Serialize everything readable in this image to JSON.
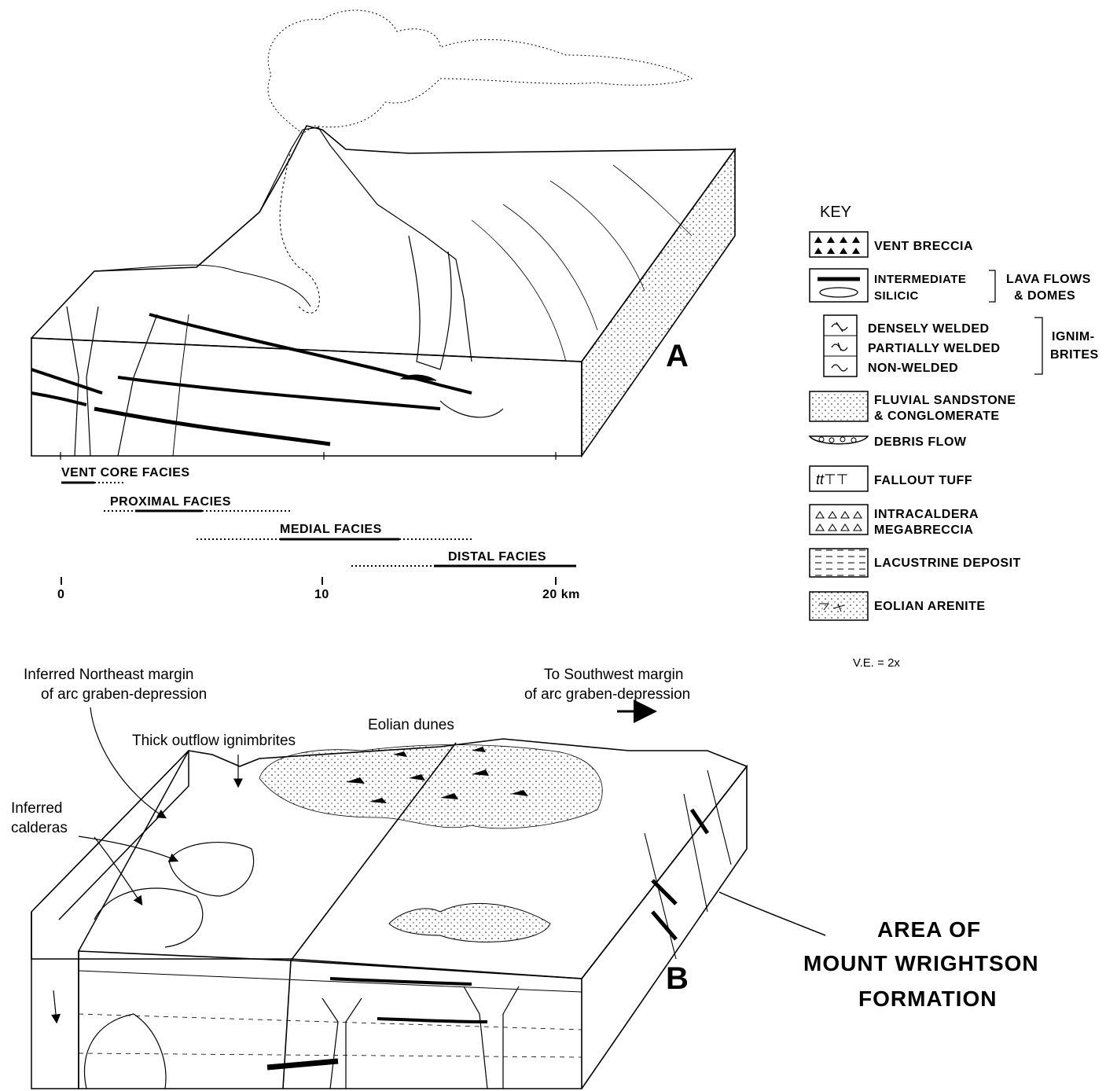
{
  "panel_a": {
    "letter": "A",
    "facies": {
      "vent_core": "VENT CORE FACIES",
      "proximal": "PROXIMAL FACIES",
      "medial": "MEDIAL FACIES",
      "distal": "DISTAL FACIES"
    },
    "scale": {
      "tick0": "0",
      "tick10": "10",
      "tick20": "20 km"
    }
  },
  "key": {
    "title": "KEY",
    "vent_breccia": "VENT BRECCIA",
    "intermediate": "INTERMEDIATE",
    "silicic": "SILICIC",
    "lava_group_1": "LAVA FLOWS",
    "lava_group_2": "& DOMES",
    "densely_welded": "DENSELY WELDED",
    "partially_welded": "PARTIALLY WELDED",
    "non_welded": "NON-WELDED",
    "ign_group_1": "IGNIM-",
    "ign_group_2": "BRITES",
    "fluvial_1": "FLUVIAL SANDSTONE",
    "fluvial_2": "& CONGLOMERATE",
    "debris_flow": "DEBRIS FLOW",
    "fallout_tuff": "FALLOUT TUFF",
    "intracaldera_1": "INTRACALDERA",
    "intracaldera_2": "MEGABRECCIA",
    "lacustrine": "LACUSTRINE DEPOSIT",
    "eolian": "EOLIAN ARENITE",
    "ve": "V.E. = 2x"
  },
  "panel_b": {
    "letter": "B",
    "ne_margin_1": "Inferred Northeast margin",
    "ne_margin_2": "of arc graben-depression",
    "sw_margin_1": "To Southwest margin",
    "sw_margin_2": "of arc graben-depression",
    "eolian_dunes": "Eolian dunes",
    "thick_outflow": "Thick outflow ignimbrites",
    "calderas_1": "Inferred",
    "calderas_2": "calderas",
    "area_1": "AREA OF",
    "area_2": "MOUNT WRIGHTSON",
    "area_3": "FORMATION"
  }
}
